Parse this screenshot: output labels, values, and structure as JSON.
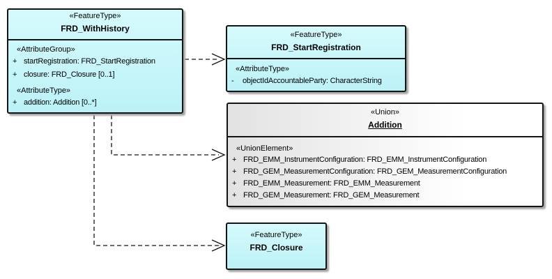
{
  "diagram": {
    "background_color": "#FFFFFF",
    "colors": {
      "feature_type_fill": "#C4F4F8",
      "union_fill_left": "#E2E2E2",
      "union_fill_right": "#FFFFFF",
      "box_border": "#141414",
      "connector": "#141414",
      "shadow": "#A6A6A6"
    },
    "boxes": [
      {
        "stereotype": "«FeatureType»",
        "name": "FRD_WithHistory",
        "sections": [
          {
            "stereotype": "«AttributeGroup»",
            "attributes": [
              {
                "prefix": "+",
                "text": "startRegistration: FRD_StartRegistration"
              },
              {
                "prefix": "+",
                "text": "closure: FRD_Closure [0..1]"
              }
            ]
          },
          {
            "stereotype": "«AttributeType»",
            "attributes": [
              {
                "prefix": "+",
                "text": "addition: Addition [0..*]"
              }
            ]
          }
        ]
      },
      {
        "stereotype": "«FeatureType»",
        "name": "FRD_StartRegistration",
        "sections": [
          {
            "stereotype": "«AttributeType»",
            "attributes": [
              {
                "prefix": "-",
                "text": "objectIdAccountableParty: CharacterString"
              }
            ]
          }
        ]
      },
      {
        "stereotype": "«Union»",
        "name": "Addition",
        "sections": [
          {
            "stereotype": "«UnionElement»",
            "attributes": [
              {
                "prefix": "+",
                "text": "FRD_EMM_InstrumentConfiguration: FRD_EMM_InstrumentConfiguration"
              },
              {
                "prefix": "+",
                "text": "FRD_GEM_MeasurementConfiguration: FRD_GEM_MeasurementConfiguration"
              },
              {
                "prefix": "+",
                "text": "FRD_EMM_Measurement: FRD_EMM_Measurement"
              },
              {
                "prefix": "+",
                "text": "FRD_GEM_Measurement: FRD_GEM_Measurement"
              }
            ]
          }
        ]
      },
      {
        "stereotype": "«FeatureType»",
        "name": "FRD_Closure",
        "sections": []
      }
    ],
    "connectors": [
      {
        "from": "FRD_WithHistory",
        "to": "FRD_StartRegistration",
        "type": "dependency",
        "style": "dashed line, open arrowhead"
      },
      {
        "from": "FRD_WithHistory",
        "to": "Addition",
        "type": "dependency",
        "style": "dashed line, open arrowhead"
      },
      {
        "from": "FRD_WithHistory",
        "to": "FRD_Closure",
        "type": "dependency",
        "style": "dashed line, open arrowhead"
      }
    ]
  }
}
